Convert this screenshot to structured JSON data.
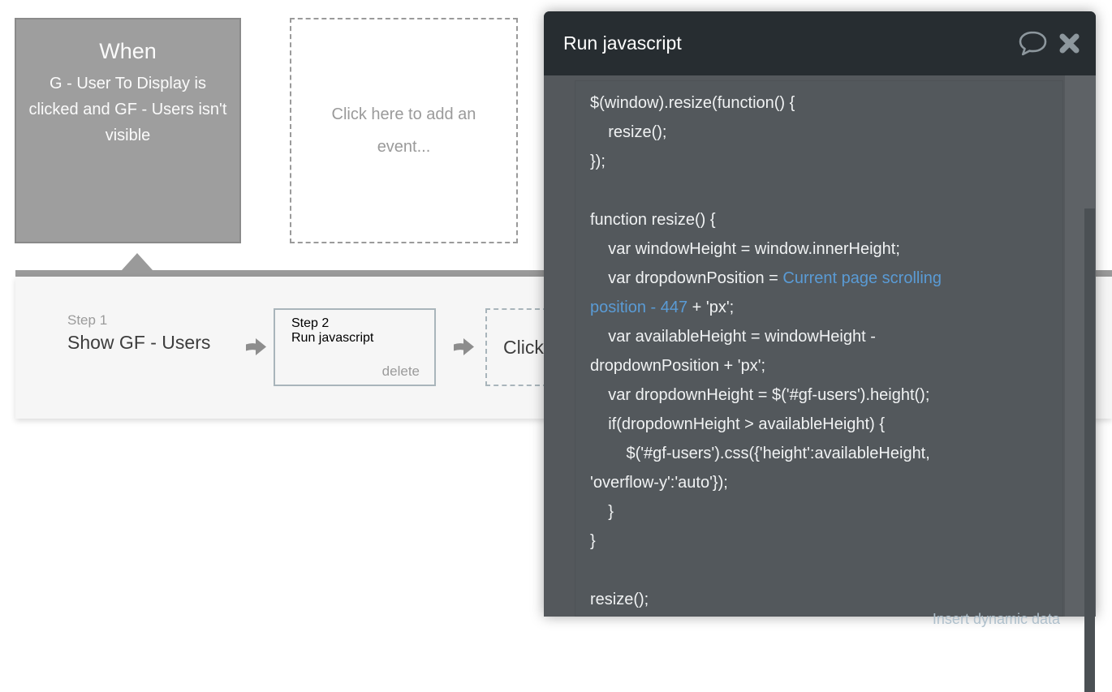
{
  "colors": {
    "event_gray": "#9e9e9e",
    "bar_gray": "#9a9a9a",
    "panel_bg": "#f6f6f6",
    "popup_header": "#272d31",
    "popup_body": "#54585c",
    "code_text": "#f0f2f3",
    "dynamic_expression_blue": "#5a9bd5",
    "step_border": "#a9b5bb"
  },
  "event_card": {
    "title": "When",
    "description": "G - User To Display is clicked and GF - Users isn't visible"
  },
  "add_event_placeholder": {
    "label": "Click here to add an event..."
  },
  "steps_panel": {
    "steps": [
      {
        "step_label": "Step 1",
        "action": "Show GF - Users"
      },
      {
        "step_label": "Step 2",
        "action": "Run javascript",
        "delete_label": "delete"
      },
      {
        "action": "Click",
        "placeholder": true
      }
    ]
  },
  "popup": {
    "title": "Run javascript",
    "icons": [
      "comment-icon",
      "close-icon"
    ],
    "insert_dynamic_data_label": "Insert dynamic data",
    "code_lines": [
      [
        {
          "t": "$(window).resize(function() {"
        }
      ],
      [
        {
          "t": "    resize();"
        }
      ],
      [
        {
          "t": "});"
        }
      ],
      [],
      [
        {
          "t": "function resize() {"
        }
      ],
      [
        {
          "t": "    var windowHeight = window.innerHeight;"
        }
      ],
      [
        {
          "t": "    var dropdownPosition = "
        },
        {
          "t": "Current page scrolling",
          "c": "dynamic"
        }
      ],
      [
        {
          "t": "position - 447",
          "c": "dynamic"
        },
        {
          "t": " + 'px';"
        }
      ],
      [
        {
          "t": "    var availableHeight = windowHeight -"
        }
      ],
      [
        {
          "t": "dropdownPosition + 'px';"
        }
      ],
      [
        {
          "t": "    var dropdownHeight = $('#gf-users').height();"
        }
      ],
      [
        {
          "t": "    if(dropdownHeight > availableHeight) {"
        }
      ],
      [
        {
          "t": "        $('#gf-users').css({'height':availableHeight,"
        }
      ],
      [
        {
          "t": "'overflow-y':'auto'});"
        }
      ],
      [
        {
          "t": "    }"
        }
      ],
      [
        {
          "t": "}"
        }
      ],
      [],
      [
        {
          "t": "resize();"
        }
      ]
    ]
  }
}
